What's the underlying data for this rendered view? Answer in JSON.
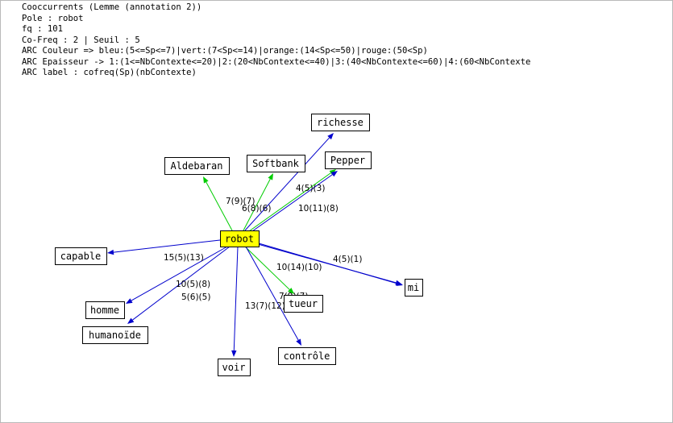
{
  "header": {
    "lines": [
      "Cooccurrents (Lemme (annotation 2))",
      "Pole : robot",
      "fq : 101",
      "Co-Freq : 2 | Seuil : 5",
      "ARC Couleur => bleu:(5<=Sp<=7)|vert:(7<Sp<=14)|orange:(14<Sp<=50)|rouge:(50<Sp)",
      "ARC Epaisseur -> 1:(1<=NbContexte<=20)|2:(20<NbContexte<=40)|3:(40<NbContexte<=60)|4:(60<NbContexte",
      "ARC label : cofreq(Sp)(nbContexte)"
    ]
  },
  "colors": {
    "bleu": "#0000cc",
    "vert": "#00cc00",
    "pole_fill": "#ffff00"
  },
  "pole": "robot",
  "graph": {
    "nodes": [
      {
        "id": "robot",
        "label": "robot",
        "pole": true
      },
      {
        "id": "richesse",
        "label": "richesse"
      },
      {
        "id": "softbank",
        "label": "Softbank"
      },
      {
        "id": "aldebaran",
        "label": "Aldebaran"
      },
      {
        "id": "pepper",
        "label": "Pepper"
      },
      {
        "id": "capable",
        "label": "capable"
      },
      {
        "id": "homme",
        "label": "homme"
      },
      {
        "id": "humanoide",
        "label": "humanoïde"
      },
      {
        "id": "voir",
        "label": "voir"
      },
      {
        "id": "controle",
        "label": "contrôle"
      },
      {
        "id": "tueur",
        "label": "tueur"
      },
      {
        "id": "mi",
        "label": "mi"
      }
    ],
    "edges": [
      {
        "to": "aldebaran",
        "label": "7(9)(7)",
        "color": "vert"
      },
      {
        "to": "softbank",
        "label": "6(8)(6)",
        "color": "vert"
      },
      {
        "to": "richesse",
        "label": "",
        "color": "bleu"
      },
      {
        "to": "pepper",
        "label": "4(5)(3)",
        "color": "vert"
      },
      {
        "to": "pepper",
        "label": "10(11)(8)",
        "color": "bleu"
      },
      {
        "to": "capable",
        "label": "15(5)(13)",
        "color": "bleu"
      },
      {
        "to": "mi",
        "label": "4(5)(1)",
        "color": "bleu"
      },
      {
        "to": "mi",
        "label": "10(14)(10)",
        "color": "bleu"
      },
      {
        "to": "homme",
        "label": "10(5)(8)",
        "color": "bleu"
      },
      {
        "to": "humanoide",
        "label": "5(6)(5)",
        "color": "bleu"
      },
      {
        "to": "voir",
        "label": "13(7)(12)",
        "color": "bleu"
      },
      {
        "to": "tueur",
        "label": "7(9)(7)",
        "color": "vert"
      },
      {
        "to": "controle",
        "label": "",
        "color": "bleu"
      }
    ]
  }
}
